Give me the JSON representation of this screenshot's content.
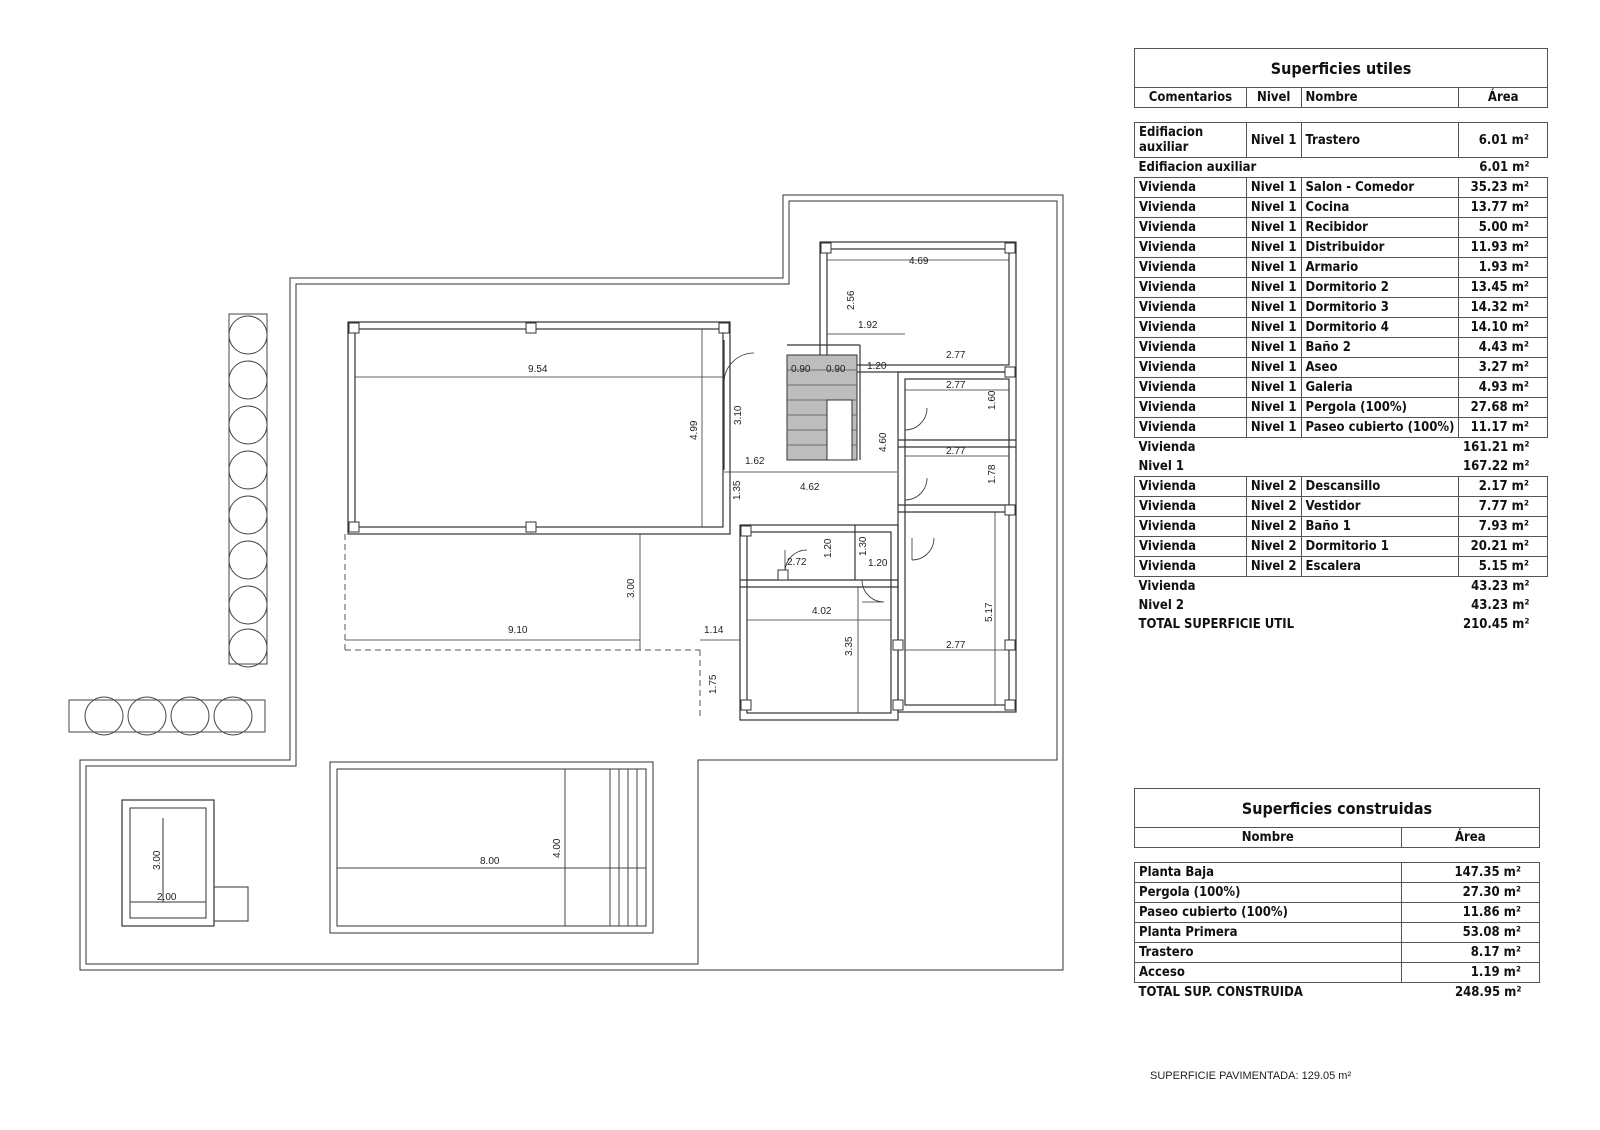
{
  "dimensions": [
    "9.54",
    "4.99",
    "3.10",
    "1.62",
    "0.90",
    "0.90",
    "1.20",
    "4.62",
    "1.35",
    "4.60",
    "4.69",
    "2.56",
    "1.92",
    "2.77",
    "2.77",
    "1.60",
    "2.77",
    "1.78",
    "2.72",
    "1.20",
    "1.30",
    "1.20",
    "3.00",
    "9.10",
    "1.14",
    "1.75",
    "4.02",
    "3.35",
    "5.17",
    "2.77",
    "3.00",
    "2.00",
    "8.00",
    "4.00"
  ],
  "utiles": {
    "title": "Superficies utiles",
    "headers": [
      "Comentarios",
      "Nivel",
      "Nombre",
      "Área"
    ],
    "rows": [
      {
        "c": "Edifiacion auxiliar",
        "n": "Nivel 1",
        "name": "Trastero",
        "a": "6.01 m²"
      },
      {
        "sub": "Edifiacion auxiliar",
        "a": "6.01 m²"
      },
      {
        "c": "Vivienda",
        "n": "Nivel 1",
        "name": "Salon - Comedor",
        "a": "35.23 m²"
      },
      {
        "c": "Vivienda",
        "n": "Nivel 1",
        "name": "Cocina",
        "a": "13.77 m²"
      },
      {
        "c": "Vivienda",
        "n": "Nivel 1",
        "name": "Recibidor",
        "a": "5.00 m²"
      },
      {
        "c": "Vivienda",
        "n": "Nivel 1",
        "name": "Distribuidor",
        "a": "11.93 m²"
      },
      {
        "c": "Vivienda",
        "n": "Nivel 1",
        "name": "Armario",
        "a": "1.93 m²"
      },
      {
        "c": "Vivienda",
        "n": "Nivel 1",
        "name": "Dormitorio 2",
        "a": "13.45 m²"
      },
      {
        "c": "Vivienda",
        "n": "Nivel 1",
        "name": "Dormitorio 3",
        "a": "14.32 m²"
      },
      {
        "c": "Vivienda",
        "n": "Nivel 1",
        "name": "Dormitorio 4",
        "a": "14.10 m²"
      },
      {
        "c": "Vivienda",
        "n": "Nivel 1",
        "name": "Baño 2",
        "a": "4.43 m²"
      },
      {
        "c": "Vivienda",
        "n": "Nivel 1",
        "name": "Aseo",
        "a": "3.27 m²"
      },
      {
        "c": "Vivienda",
        "n": "Nivel 1",
        "name": "Galeria",
        "a": "4.93 m²"
      },
      {
        "c": "Vivienda",
        "n": "Nivel 1",
        "name": "Pergola (100%)",
        "a": "27.68 m²"
      },
      {
        "c": "Vivienda",
        "n": "Nivel 1",
        "name": "Paseo cubierto (100%)",
        "a": "11.17 m²"
      },
      {
        "sub": "Vivienda",
        "a": "161.21 m²"
      },
      {
        "sub": "Nivel 1",
        "a": "167.22 m²"
      },
      {
        "c": "Vivienda",
        "n": "Nivel 2",
        "name": "Descansillo",
        "a": "2.17 m²"
      },
      {
        "c": "Vivienda",
        "n": "Nivel 2",
        "name": "Vestidor",
        "a": "7.77 m²"
      },
      {
        "c": "Vivienda",
        "n": "Nivel 2",
        "name": "Baño 1",
        "a": "7.93 m²"
      },
      {
        "c": "Vivienda",
        "n": "Nivel 2",
        "name": "Dormitorio 1",
        "a": "20.21 m²"
      },
      {
        "c": "Vivienda",
        "n": "Nivel 2",
        "name": "Escalera",
        "a": "5.15 m²"
      },
      {
        "sub": "Vivienda",
        "a": "43.23 m²"
      },
      {
        "sub": "Nivel 2",
        "a": "43.23 m²"
      },
      {
        "sub": "TOTAL SUPERFICIE UTIL",
        "a": "210.45 m²"
      }
    ]
  },
  "construidas": {
    "title": "Superficies construidas",
    "headers": [
      "Nombre",
      "Área"
    ],
    "rows": [
      {
        "name": "Planta Baja",
        "a": "147.35 m²"
      },
      {
        "name": "Pergola (100%)",
        "a": "27.30 m²"
      },
      {
        "name": "Paseo cubierto (100%)",
        "a": "11.86 m²"
      },
      {
        "name": "Planta Primera",
        "a": "53.08 m²"
      },
      {
        "name": "Trastero",
        "a": "8.17 m²"
      },
      {
        "name": "Acceso",
        "a": "1.19 m²"
      },
      {
        "name": "TOTAL SUP. CONSTRUIDA",
        "a": "248.95 m²",
        "total": true
      }
    ]
  },
  "footnote": "SUPERFICIE PAVIMENTADA: 129.05 m²"
}
